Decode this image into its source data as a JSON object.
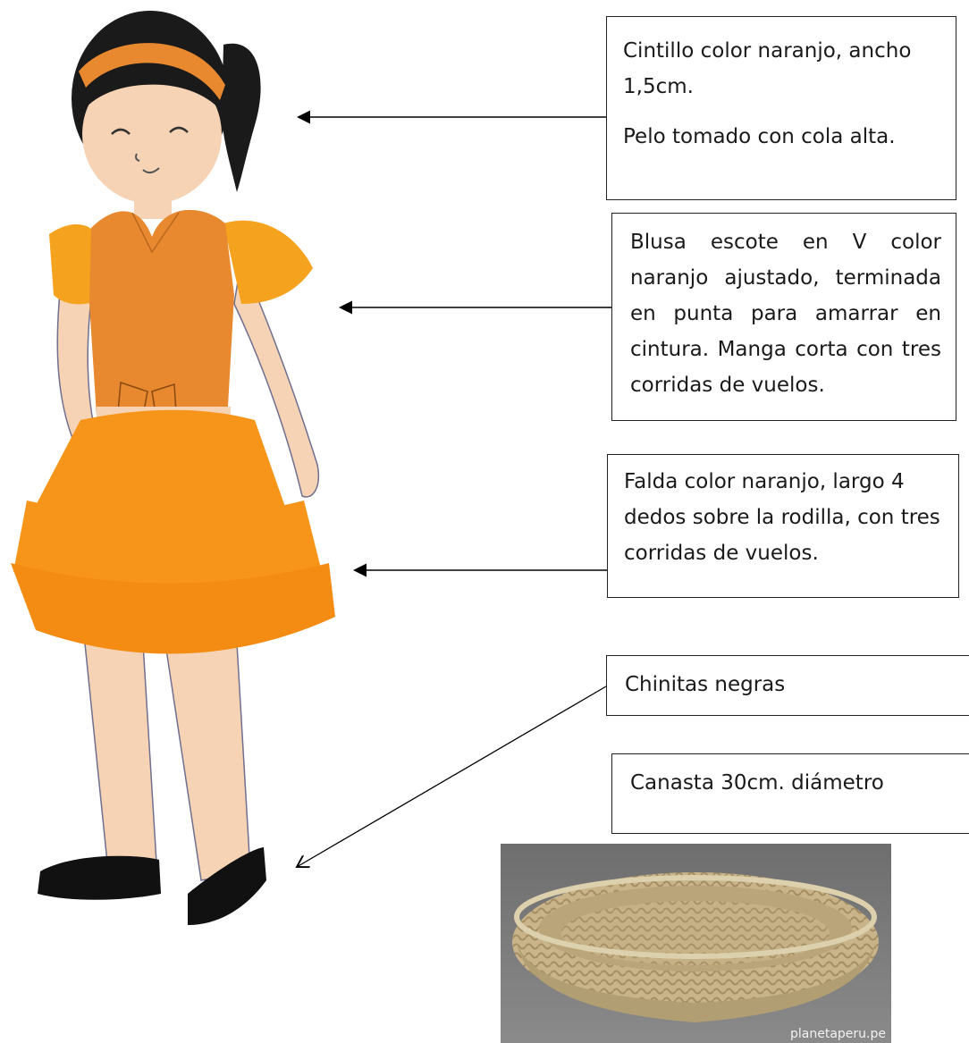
{
  "callouts": {
    "headband": {
      "line1": "Cintillo color naranjo,  ancho 1,5cm.",
      "line2": "Pelo tomado con  cola alta."
    },
    "blouse": {
      "text": "Blusa escote en V color naranjo ajustado, terminada en punta para amarrar en cintura. Manga corta con tres corridas de vuelos."
    },
    "skirt": {
      "text": "Falda color naranjo, largo 4 dedos  sobre la rodilla, con tres corridas de vuelos."
    },
    "shoes": {
      "text": "Chinitas negras"
    },
    "basket": {
      "text": "Canasta 30cm. diámetro"
    }
  },
  "photo": {
    "watermark": "planetaperu.pe"
  },
  "colors": {
    "orange_garment": "#e8882f",
    "orange_ruffle": "#f5a21e",
    "orange_skirt": "#f7951a",
    "skin": "#f6d3b4",
    "hair": "#1a1a1a",
    "shoes": "#111111",
    "wicker": "#c9b48a"
  },
  "icons": [
    "girl-figure-illustration",
    "wicker-basket-photo",
    "arrow-icon"
  ]
}
